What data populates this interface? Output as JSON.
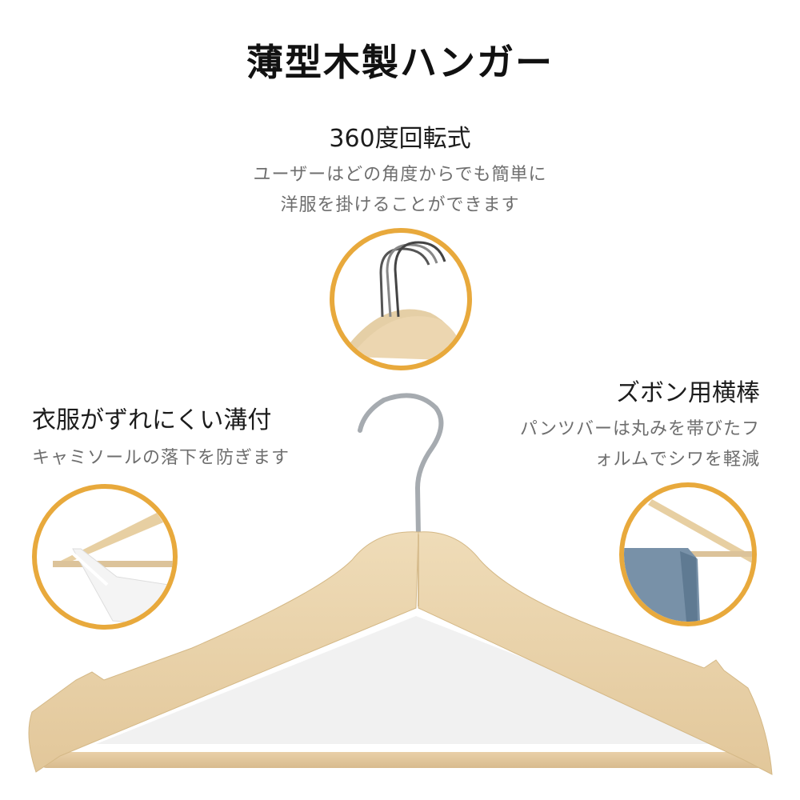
{
  "title": "薄型木製ハンガー",
  "features": [
    {
      "heading": "360度回転式",
      "description_lines": [
        "ユーザーはどの角度からでも簡単に",
        "洋服を掛けることができます"
      ]
    },
    {
      "heading": "衣服がずれにくい溝付",
      "description_lines": [
        "キャミソールの落下を防ぎます"
      ]
    },
    {
      "heading": "ズボン用横棒",
      "description_lines": [
        "パンツバーは丸みを帯びたフ",
        "ォルムでシワを軽減"
      ]
    }
  ],
  "colors": {
    "accent_ring": "#e8a93c",
    "wood": "#ecd6b0",
    "wood_dark": "#d9bd8e",
    "chrome": "#9aa0a6",
    "jeans": "#7891a8"
  }
}
